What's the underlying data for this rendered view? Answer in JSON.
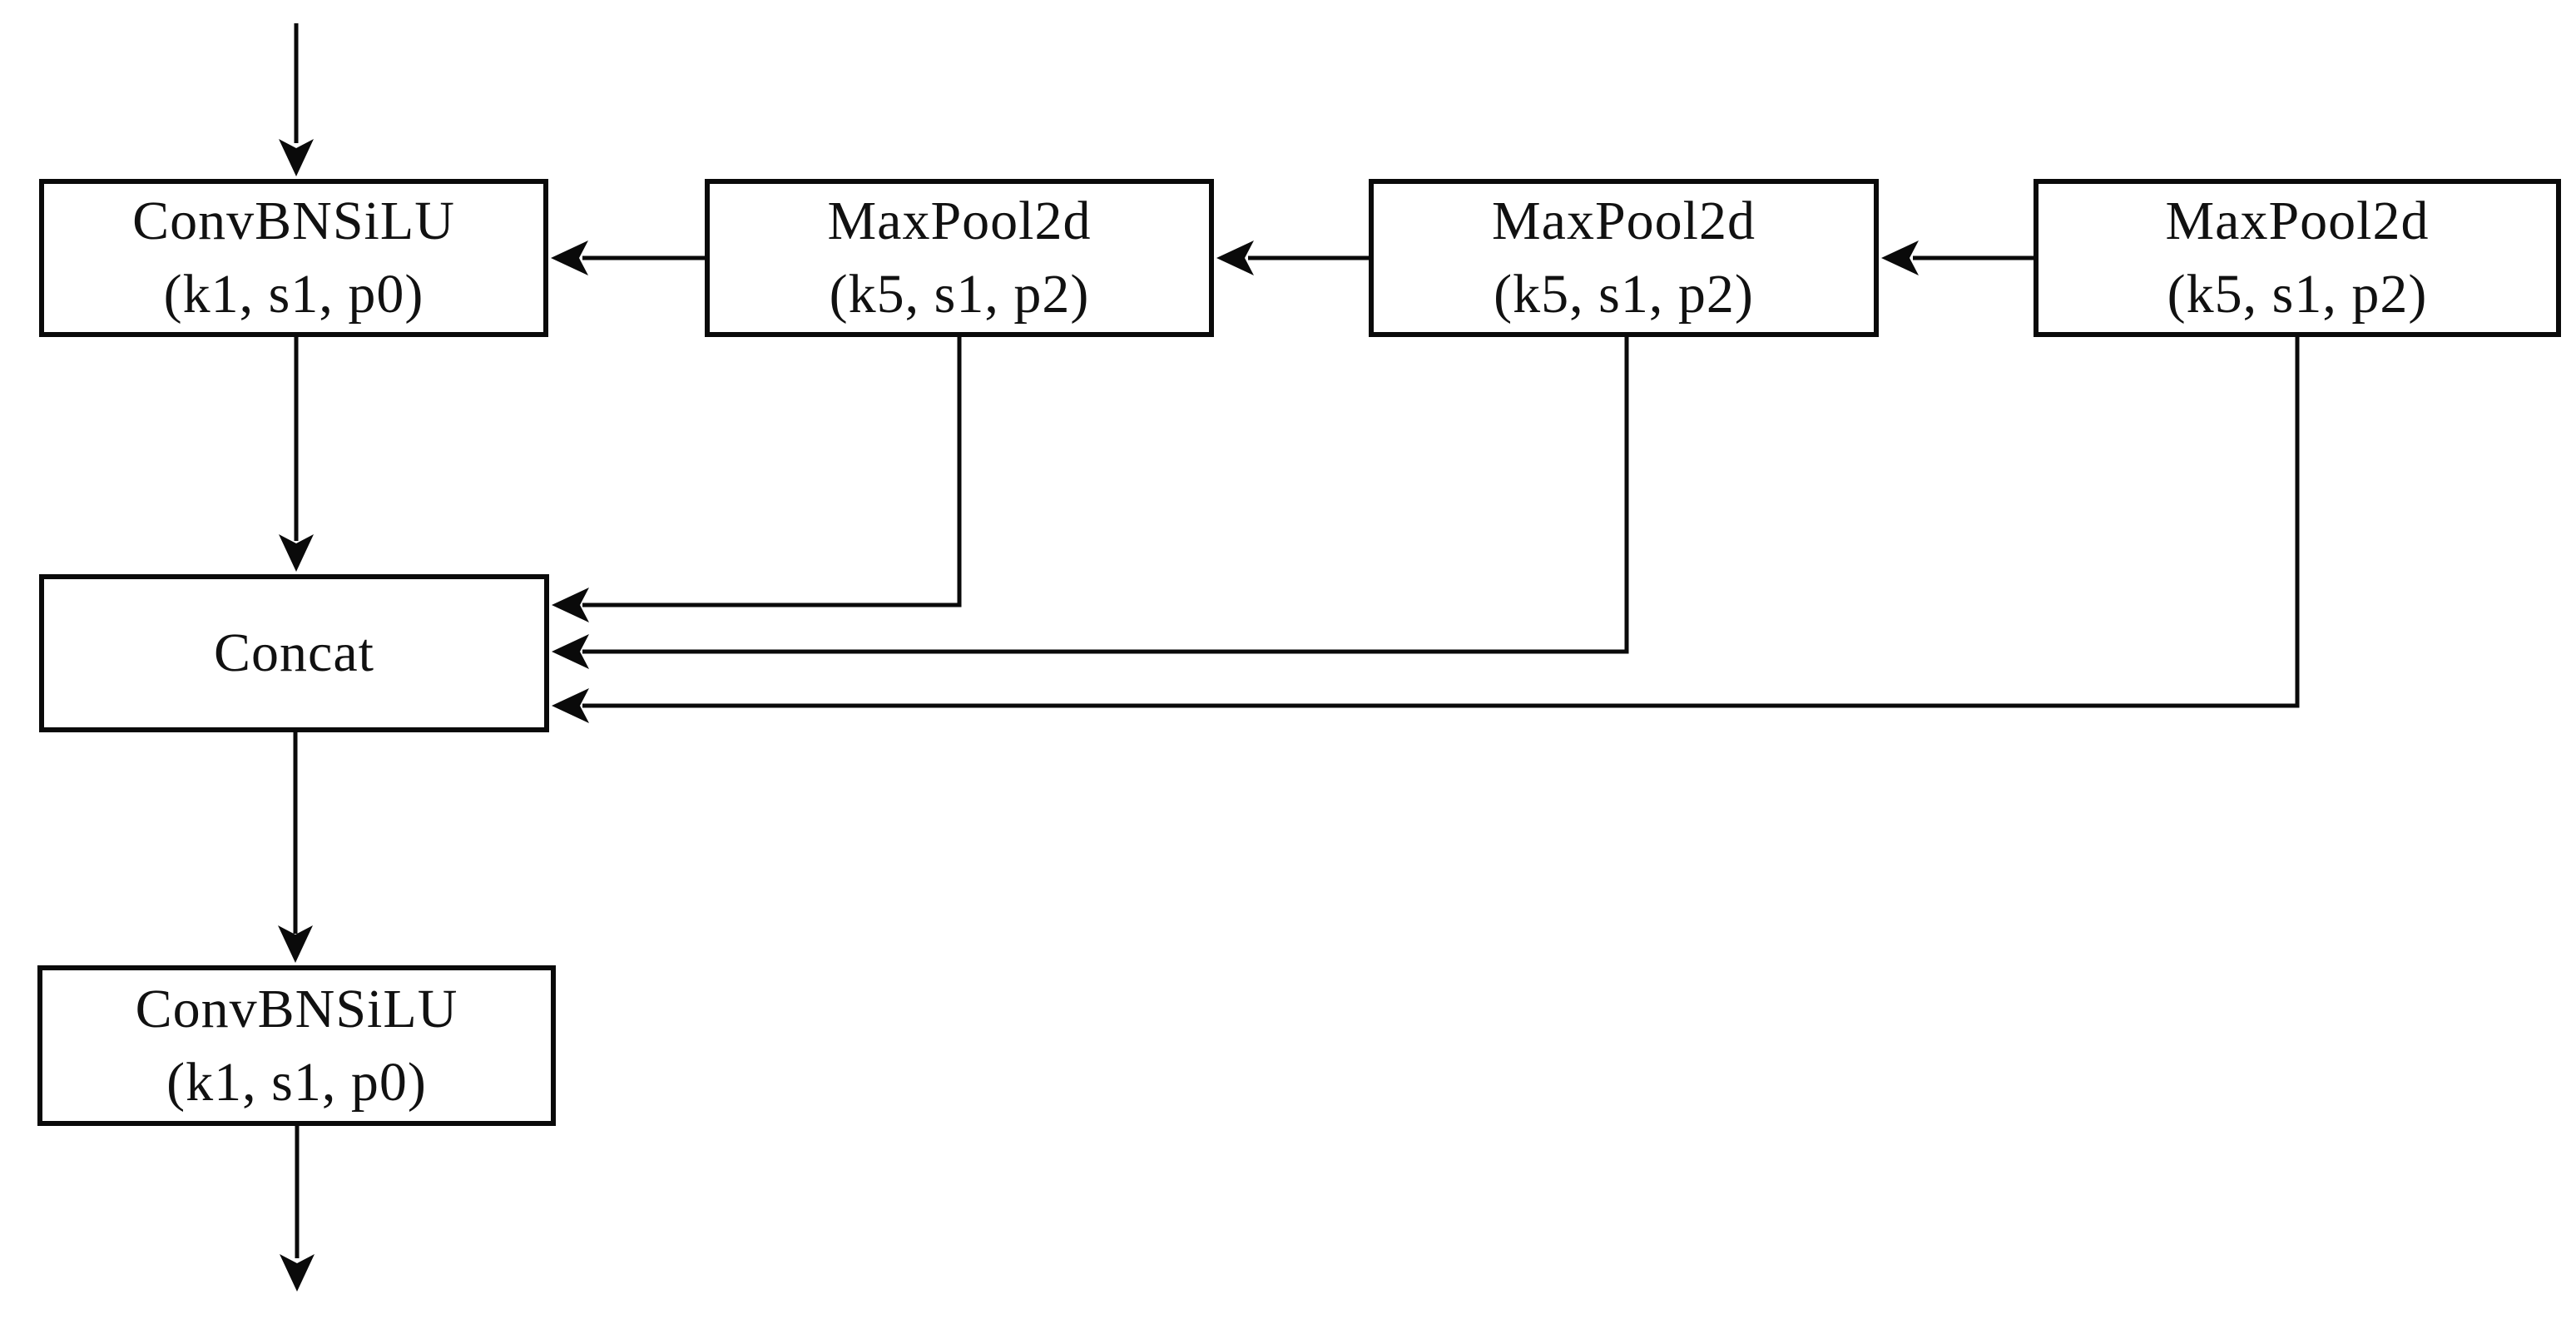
{
  "figure": {
    "description": "SPPF block flow diagram",
    "background_color": "#ffffff",
    "line_color": "#0a0a0a",
    "box_fill_color": "#ffffff",
    "nodes": [
      {
        "id": "conv-top",
        "label": "ConvBNSiLU",
        "params": "(k1, s1, p0)"
      },
      {
        "id": "maxpool-1",
        "label": "MaxPool2d",
        "params": "(k5, s1, p2)"
      },
      {
        "id": "maxpool-2",
        "label": "MaxPool2d",
        "params": "(k5, s1, p2)"
      },
      {
        "id": "maxpool-3",
        "label": "MaxPool2d",
        "params": "(k5, s1, p2)"
      },
      {
        "id": "concat",
        "label": "Concat",
        "params": ""
      },
      {
        "id": "conv-bottom",
        "label": "ConvBNSiLU",
        "params": "(k1, s1, p0)"
      }
    ],
    "edges": [
      {
        "from": "external-input",
        "to": "conv-top"
      },
      {
        "from": "maxpool-1",
        "to": "conv-top"
      },
      {
        "from": "maxpool-2",
        "to": "maxpool-1"
      },
      {
        "from": "maxpool-3",
        "to": "maxpool-2"
      },
      {
        "from": "conv-top",
        "to": "concat"
      },
      {
        "from": "maxpool-1",
        "to": "concat"
      },
      {
        "from": "maxpool-2",
        "to": "concat"
      },
      {
        "from": "maxpool-3",
        "to": "concat"
      },
      {
        "from": "concat",
        "to": "conv-bottom"
      },
      {
        "from": "conv-bottom",
        "to": "external-output"
      }
    ]
  }
}
